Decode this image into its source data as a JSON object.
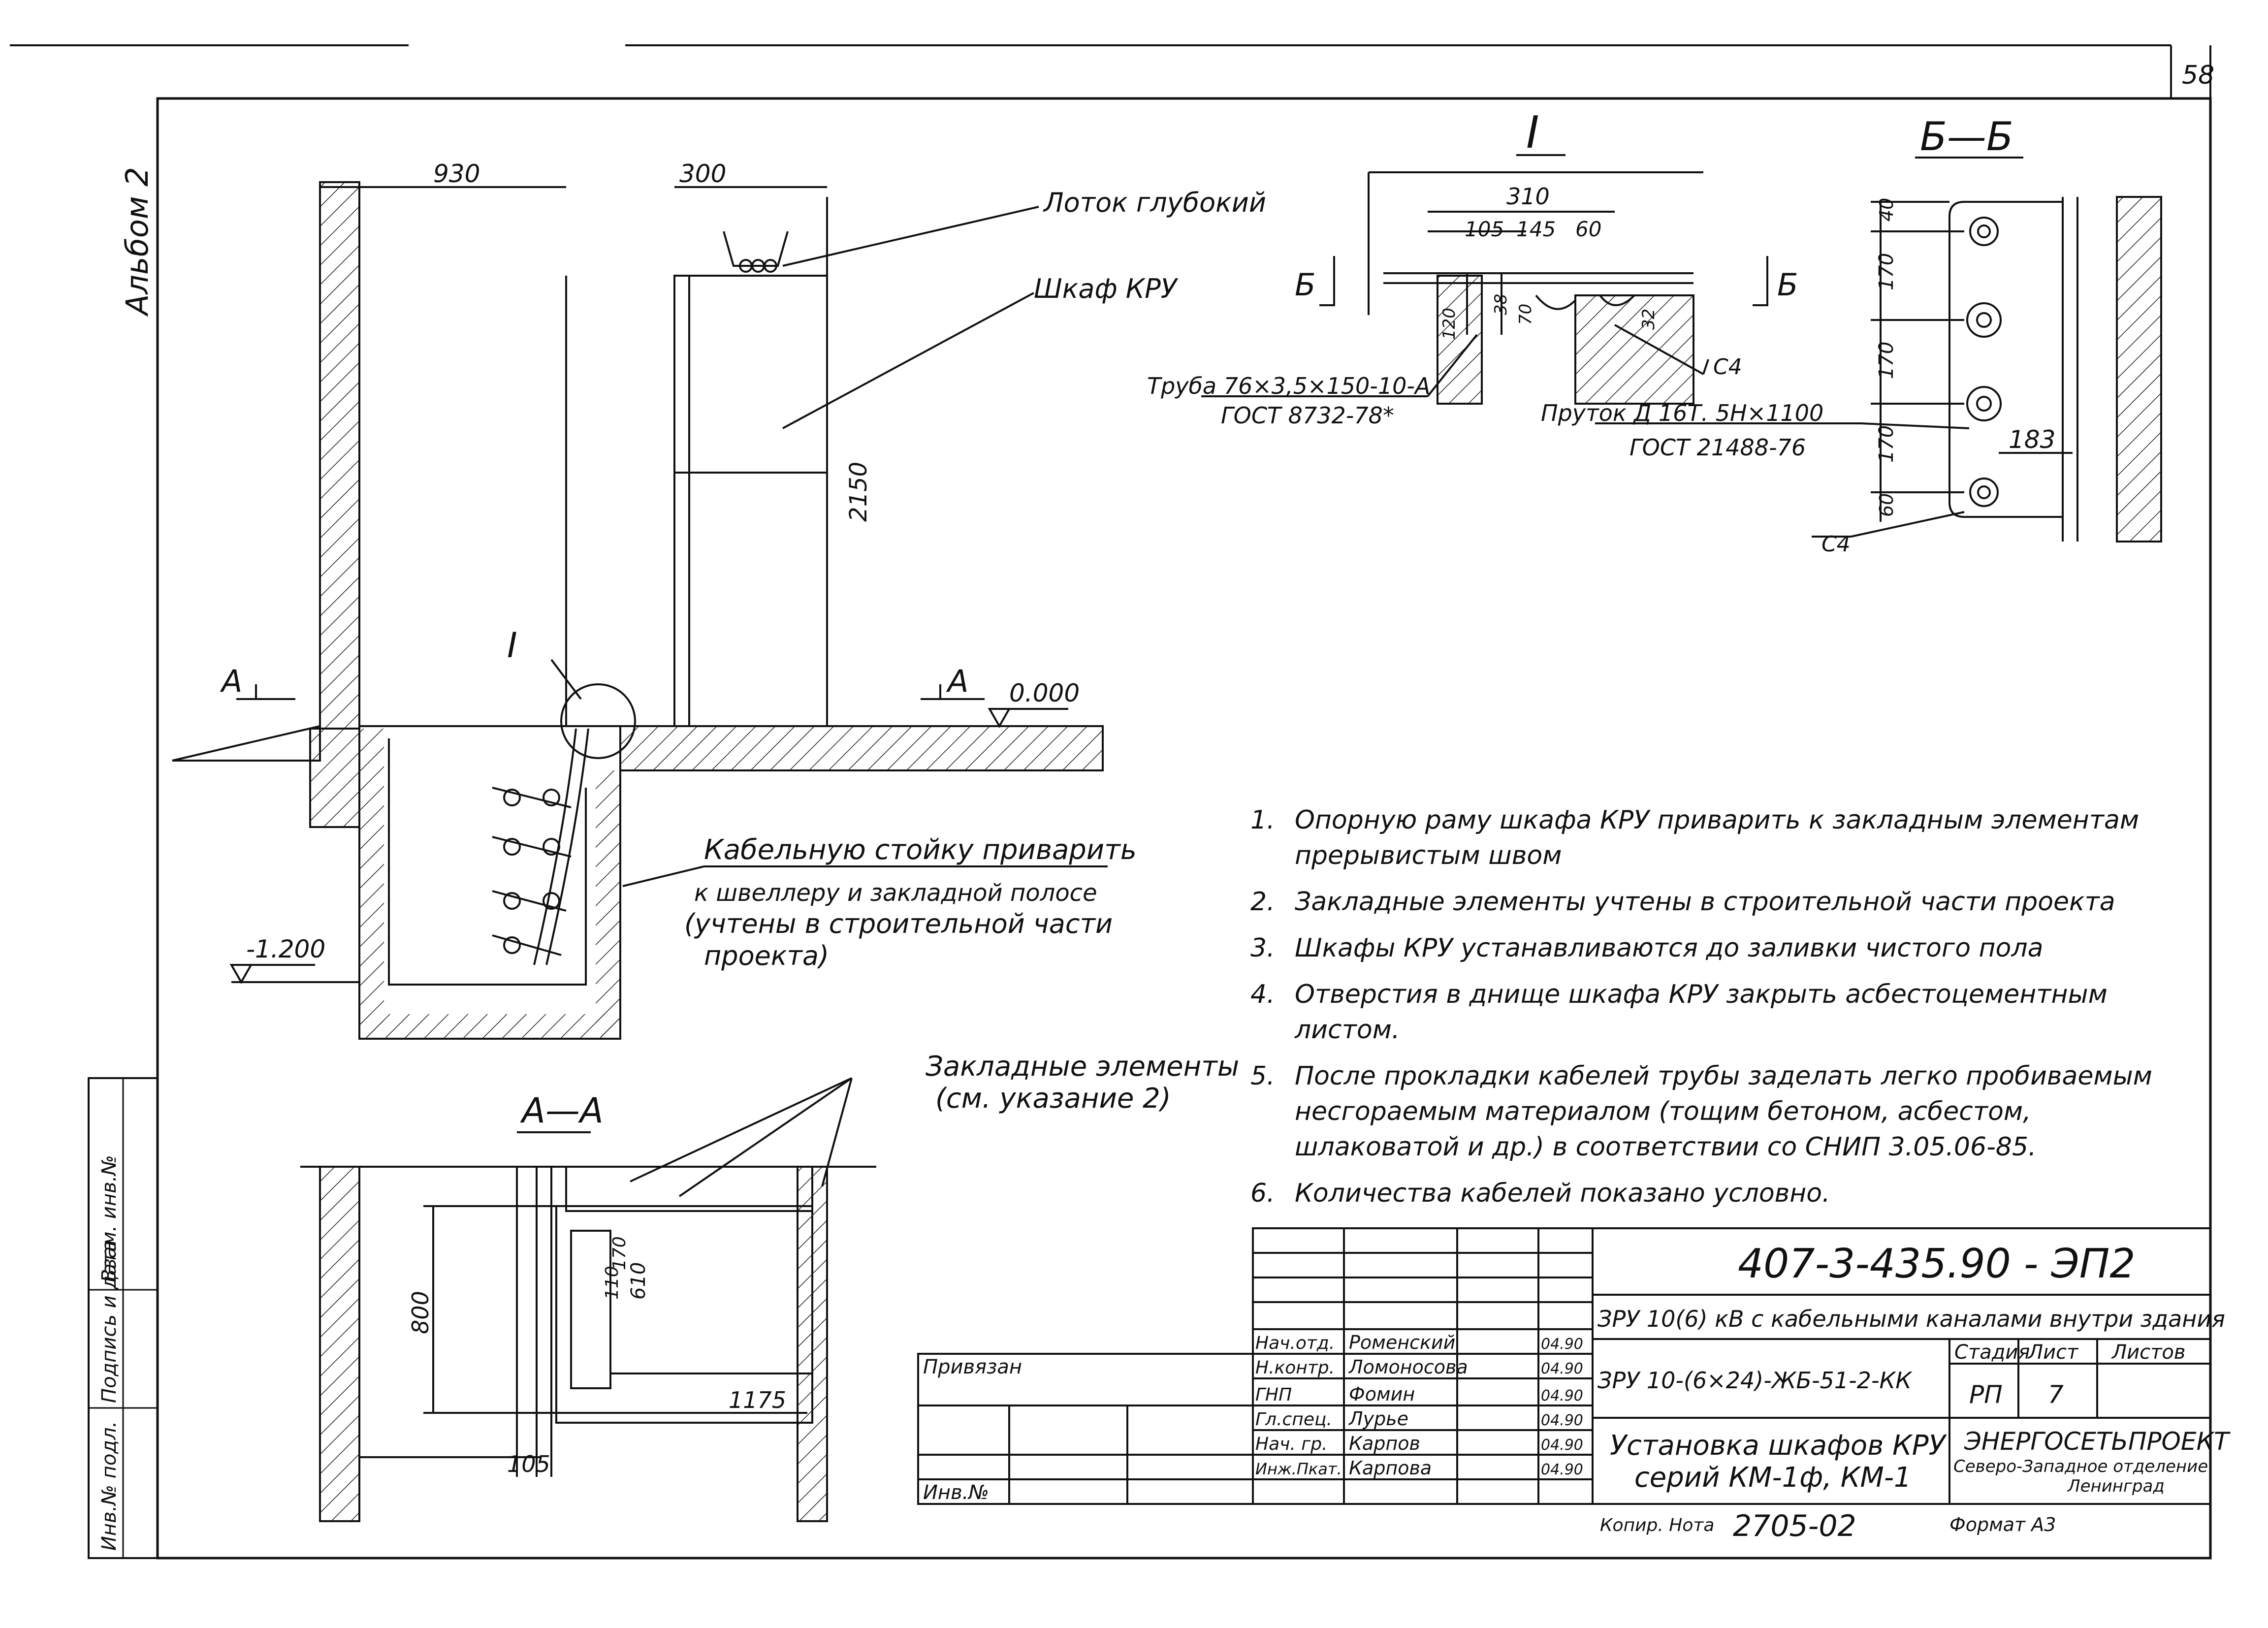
{
  "sheet": {
    "page_number": "58",
    "album_label": "Альбом 2"
  },
  "side_stamp": [
    "Инв.№ подл.",
    "Подпись и дата",
    "Взам. инв.№"
  ],
  "views": {
    "detail_I": "I",
    "section_bb": "Б—Б",
    "section_aa": "А—А"
  },
  "main_view": {
    "dim_930": "930",
    "dim_300": "300",
    "dim_2150": "2150",
    "label_lotok": "Лоток глубокий",
    "label_shkaf": "Шкаф КРУ",
    "level_0000": "0.000",
    "level_m1200": "-1.200",
    "cut_A_left": "А",
    "cut_A_right": "А",
    "detail_mark": "I",
    "cable_note_1": "Кабельную стойку приварить",
    "cable_note_2": "к швеллеру и закладной полосе",
    "cable_note_3": "(учтены в строительной части",
    "cable_note_4": "проекта)"
  },
  "detail_I": {
    "dim_310": "310",
    "dim_105": "105",
    "dim_145": "145",
    "dim_60": "60",
    "dim_120": "120",
    "dim_38": "38",
    "dim_70": "70",
    "dim_32": "32",
    "cut_B_left": "Б",
    "cut_B_right": "Б",
    "weld_mark": "С4",
    "pipe_label_1": "Труба 76×3,5×150-10-А",
    "pipe_label_2": "ГОСТ 8732-78*",
    "rod_label_1": "Пруток Д 16Т. 5Н×1100",
    "rod_label_2": "ГОСТ 21488-76"
  },
  "section_bb": {
    "dim_40": "40",
    "dim_170_a": "170",
    "dim_170_b": "170",
    "dim_170_c": "170",
    "dim_60": "60",
    "dim_183": "183",
    "weld_mark": "С4"
  },
  "section_aa": {
    "dim_800": "800",
    "dim_610": "610",
    "dim_110": "110",
    "dim_170": "170",
    "dim_1175": "1175",
    "dim_105": "105",
    "label_1": "Закладные элементы",
    "label_2": "(см. указание 2)"
  },
  "notes": [
    {
      "num": "1.",
      "text": "Опорную раму шкафа КРУ приварить к закладным элементам прерывистым швом"
    },
    {
      "num": "2.",
      "text": "Закладные элементы учтены в строительной части проекта"
    },
    {
      "num": "3.",
      "text": "Шкафы КРУ устанавливаются до заливки чистого пола"
    },
    {
      "num": "4.",
      "text": "Отверстия в днище шкафа КРУ закрыть асбестоцементным листом."
    },
    {
      "num": "5.",
      "text": "После прокладки кабелей трубы заделать легко пробиваемым несгораемым материалом (тощим бетоном, асбестом, шлаковатой и др.) в соответствии со СНИП 3.05.06-85."
    },
    {
      "num": "6.",
      "text": "Количества кабелей показано условно."
    }
  ],
  "title_block": {
    "doc_code": "407-3-435.90 - ЭП2",
    "project_title": "ЗРУ 10(6) кВ с кабельными каналами внутри здания",
    "variant": "ЗРУ 10-(6×24)-ЖБ-51-2-КК",
    "sheet_title_1": "Установка шкафов КРУ",
    "sheet_title_2": "серий КМ-1ф, КМ-1",
    "stage_header": "Стадия",
    "sheet_header": "Лист",
    "sheets_header": "Листов",
    "stage": "РП",
    "sheet_no": "7",
    "org_1": "ЭНЕРГОСЕТЬПРОЕКТ",
    "org_2": "Северо-Западное отделение",
    "org_3": "Ленинград",
    "privyazan": "Привязан",
    "inv_no": "Инв.№",
    "kopir": "Копир. Нота",
    "order_no": "2705-02",
    "format": "Формат А3",
    "staff": [
      {
        "role": "Нач.отд.",
        "name": "Роменский",
        "date": "04.90"
      },
      {
        "role": "Н.контр.",
        "name": "Ломоносова",
        "date": "04.90"
      },
      {
        "role": "ГНП",
        "name": "Фомин",
        "date": "04.90"
      },
      {
        "role": "Гл.спец.",
        "name": "Лурье",
        "date": "04.90"
      },
      {
        "role": "Нач. гр.",
        "name": "Карпов",
        "date": "04.90"
      },
      {
        "role": "Инж.Пкат.",
        "name": "Карпова",
        "date": "04.90"
      }
    ]
  }
}
